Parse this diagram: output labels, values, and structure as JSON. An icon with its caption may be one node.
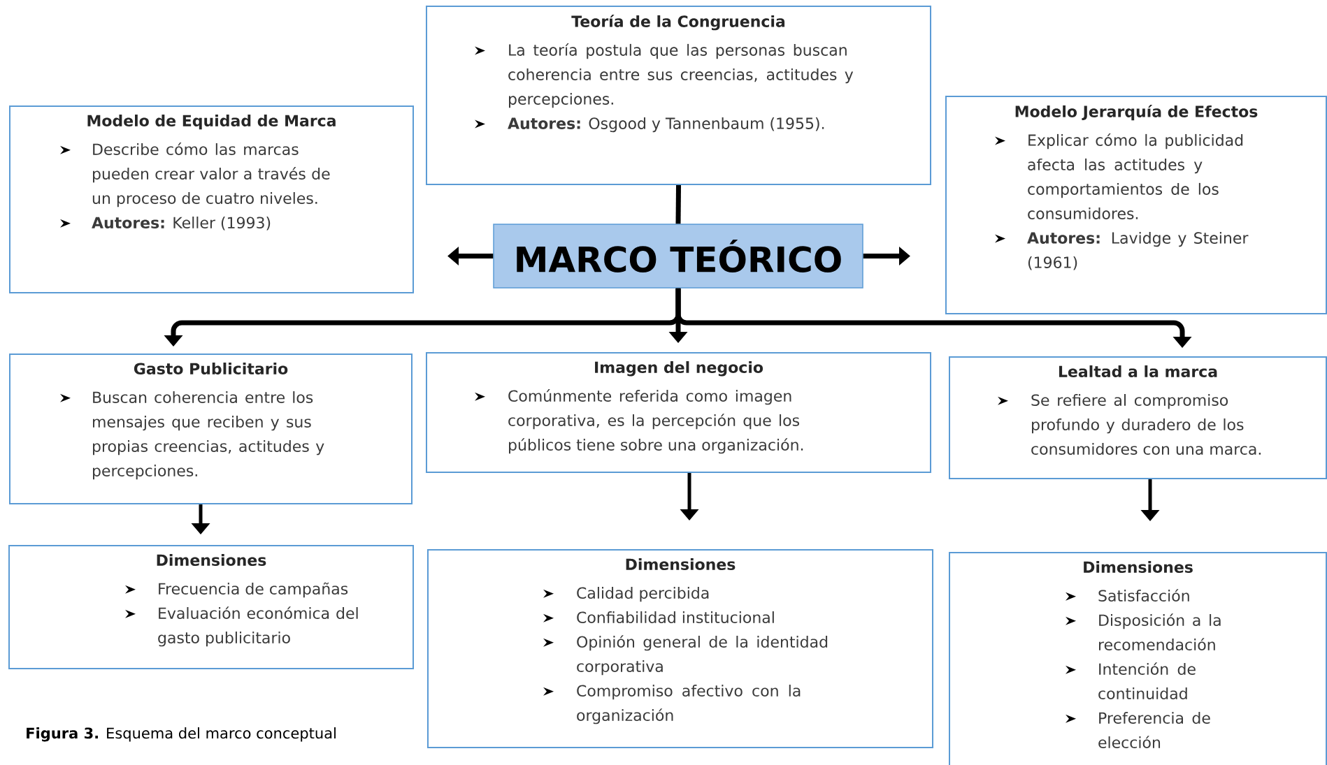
{
  "diagram": {
    "caption": "**Figura 3.** Esquema del marco conceptual",
    "nodes": [
      {
        "text": [
          "Teoría de la Congruencia",
          "La teoría postula que las personas buscan coherencia entre sus creencias, actitudes y percepciones.",
          "**Autores:** Osgood y Tannenbaum (1955)."
        ]
      },
      {
        "text": [
          "Modelo de Equidad de Marca",
          "Describe cómo las marcas pueden crear valor a través de un proceso de cuatro niveles.",
          "**Autores:** Keller (1993)"
        ]
      },
      {
        "text": [
          "MARCO TEÓRICO"
        ]
      },
      {
        "text": [
          "Modelo Jerarquía de Efectos",
          "Explicar cómo la publicidad afecta las actitudes y comportamientos de los consumidores.",
          "**Autores:** Lavidge y Steiner (1961)"
        ]
      },
      {
        "text": [
          "Gasto Publicitario",
          "Buscan coherencia entre los mensajes que reciben y sus propias creencias, actitudes y percepciones."
        ]
      },
      {
        "text": [
          "Imagen del negocio",
          "Comúnmente referida como imagen corporativa, es la percepción que los públicos tiene sobre una organización."
        ]
      },
      {
        "text": [
          "Lealtad a la marca",
          "Se refiere al compromiso profundo y duradero de los consumidores con una marca."
        ]
      },
      {
        "text": [
          "Dimensiones",
          "Frecuencia de campañas",
          "Evaluación económica del gasto publicitario"
        ]
      },
      {
        "text": [
          "Dimensiones",
          "Calidad percibida",
          "Confiabilidad institucional",
          "Opinión general de la identidad corporativa",
          "Compromiso afectivo con la organización"
        ]
      },
      {
        "text": [
          "Dimensiones",
          "Satisfacción",
          "Disposición a la recomendación",
          "Intención de continuidad",
          "Preferencia de elección"
        ]
      }
    ],
    "edges": [
      {
        "from": 2,
        "to": 0,
        "arrow": "none"
      },
      {
        "from": 2,
        "to": 1,
        "arrow": "to"
      },
      {
        "from": 2,
        "to": 3,
        "arrow": "to"
      },
      {
        "from": 2,
        "to": 4,
        "arrow": "to"
      },
      {
        "from": 2,
        "to": 5,
        "arrow": "to"
      },
      {
        "from": 2,
        "to": 6,
        "arrow": "to"
      },
      {
        "from": 4,
        "to": 7,
        "arrow": "to"
      },
      {
        "from": 5,
        "to": 8,
        "arrow": "to"
      },
      {
        "from": 6,
        "to": 9,
        "arrow": "to"
      }
    ]
  }
}
